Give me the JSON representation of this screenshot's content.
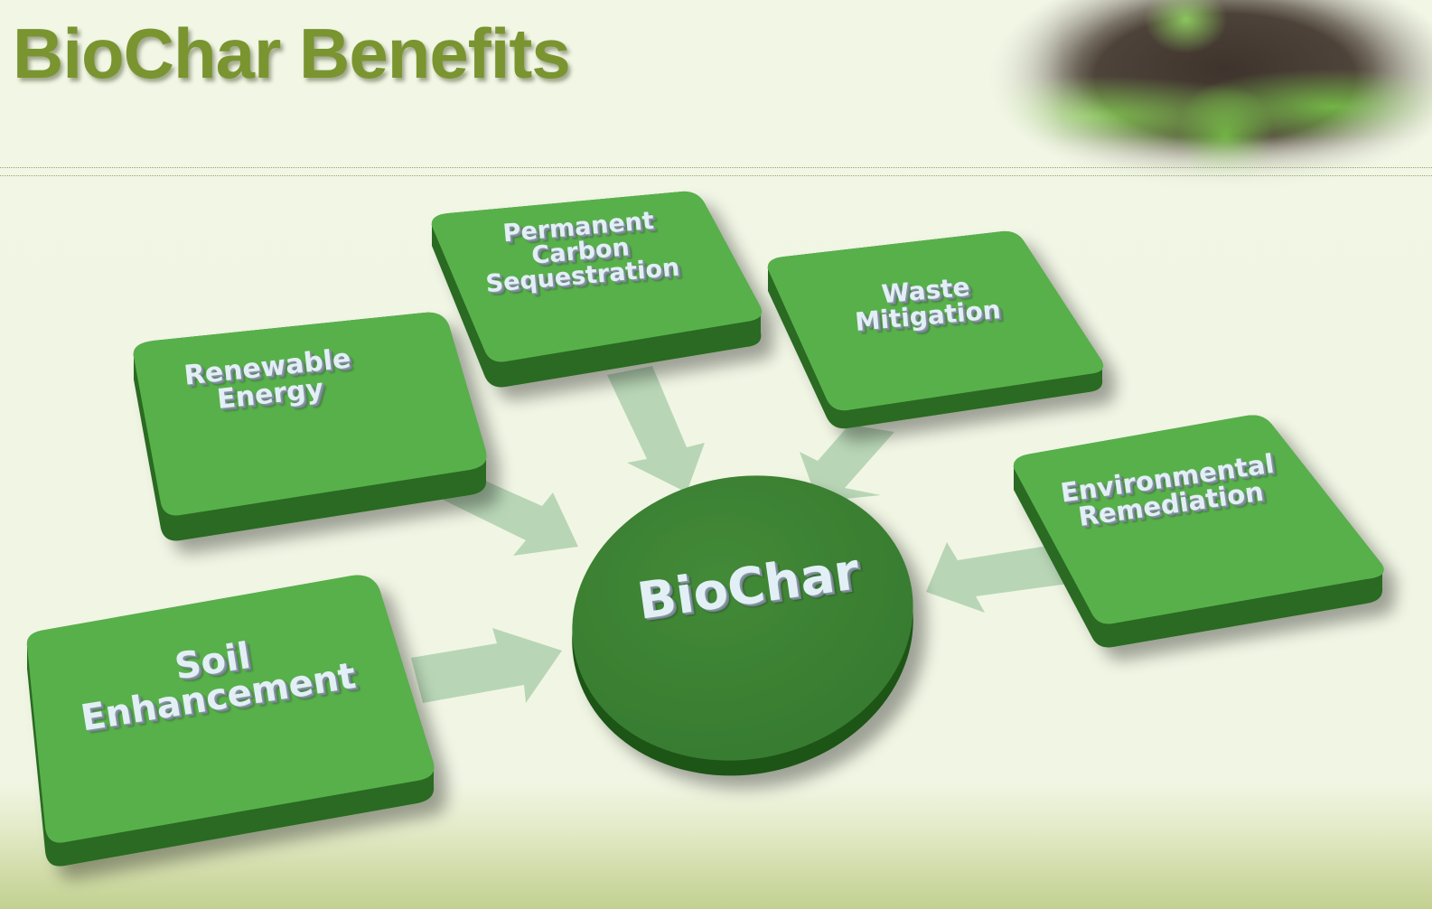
{
  "slide": {
    "title": "BioChar Benefits",
    "decorative_image": "seedling-in-soil"
  },
  "diagram": {
    "center": {
      "label": "BioChar",
      "color": "#3d7f34"
    },
    "nodes": [
      {
        "id": "renewable-energy",
        "lines": [
          "Renewable",
          "Energy"
        ]
      },
      {
        "id": "permanent-carbon-sequestration",
        "lines": [
          "Permanent",
          "Carbon",
          "Sequestration"
        ]
      },
      {
        "id": "waste-mitigation",
        "lines": [
          "Waste",
          "Mitigation"
        ]
      },
      {
        "id": "environmental-remediation",
        "lines": [
          "Environmental",
          "Remediation"
        ]
      },
      {
        "id": "soil-enhancement",
        "lines": [
          "Soil",
          "Enhancement"
        ]
      }
    ],
    "colors": {
      "box_face": "#58b04b",
      "box_side": "#2a6a22",
      "arrow": "#b8d6b6",
      "title": "#7a9430",
      "label_text": "#e2f0f6"
    }
  }
}
